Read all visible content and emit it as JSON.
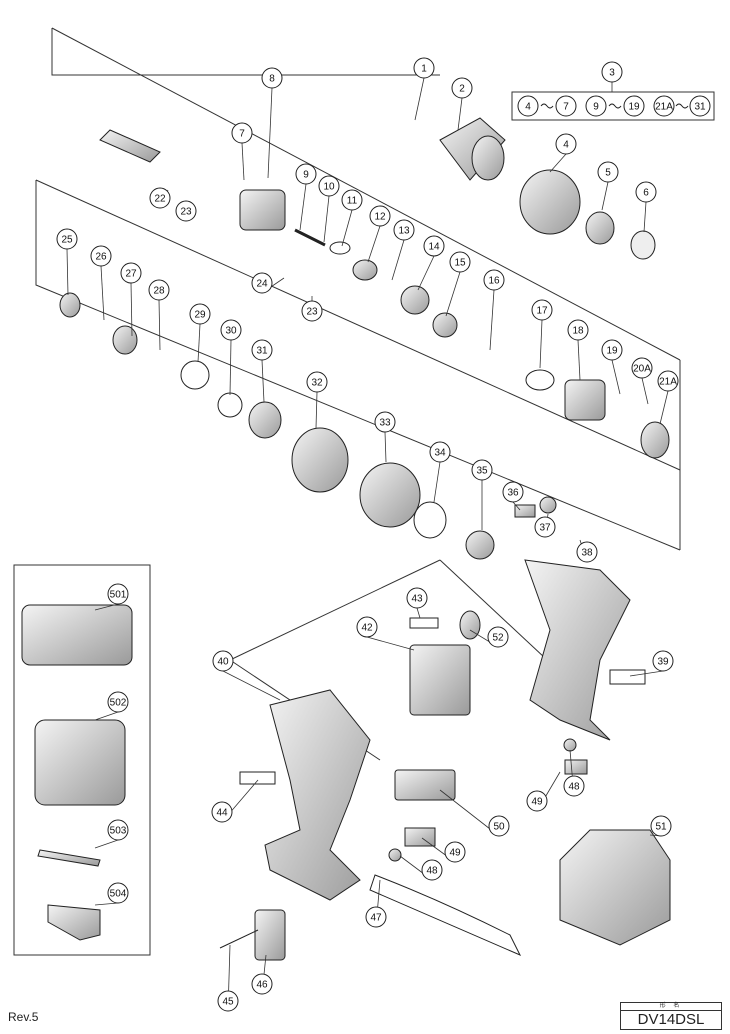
{
  "diagram": {
    "labels": [
      "1",
      "2",
      "3",
      "4",
      "5",
      "6",
      "7",
      "8",
      "9",
      "10",
      "11",
      "12",
      "13",
      "14",
      "15",
      "16",
      "17",
      "18",
      "19",
      "20A",
      "21A",
      "22",
      "23",
      "23",
      "24",
      "25",
      "26",
      "27",
      "28",
      "29",
      "30",
      "31",
      "32",
      "33",
      "34",
      "35",
      "36",
      "37",
      "38",
      "39",
      "40",
      "42",
      "43",
      "44",
      "45",
      "46",
      "47",
      "48",
      "48",
      "49",
      "49",
      "50",
      "51",
      "52",
      "501",
      "502",
      "503",
      "504"
    ],
    "group_box": [
      "4",
      "7",
      "9",
      "19",
      "21A",
      "31"
    ]
  },
  "footer": {
    "revision": "Rev.5",
    "model_header": "形 名",
    "model_name": "DV14DSL"
  }
}
